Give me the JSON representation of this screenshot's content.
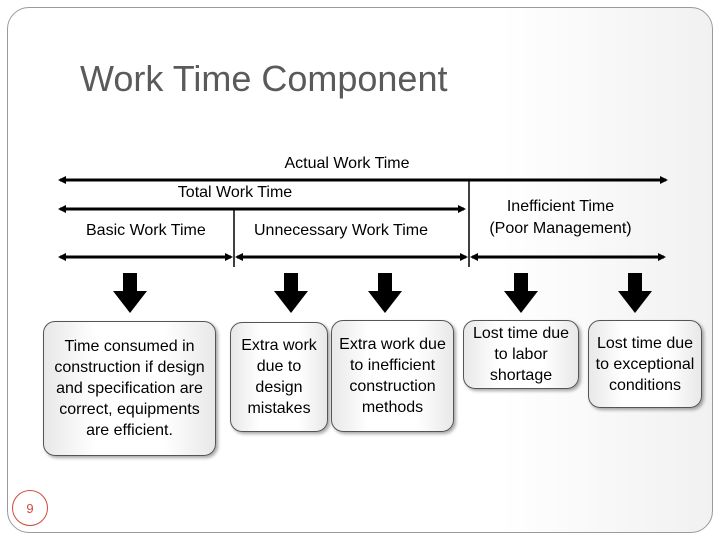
{
  "slide": {
    "title": "Work Time Component",
    "page_number": "9"
  },
  "labels": {
    "actual_work_time": "Actual Work Time",
    "total_work_time": "Total Work Time",
    "basic_work_time": "Basic Work Time",
    "unnecessary_work_time": "Unnecessary Work  Time",
    "inefficient_time": "Inefficient Time",
    "poor_management": "(Poor Management)"
  },
  "boxes": {
    "basic": "Time consumed in construction if design and specification are correct, equipments are efficient.",
    "design": "Extra work due to design mistakes",
    "methods": "Extra work due to inefficient construction methods",
    "labor": "Lost time due to labor shortage",
    "conditions": "Lost time due to exceptional conditions"
  }
}
